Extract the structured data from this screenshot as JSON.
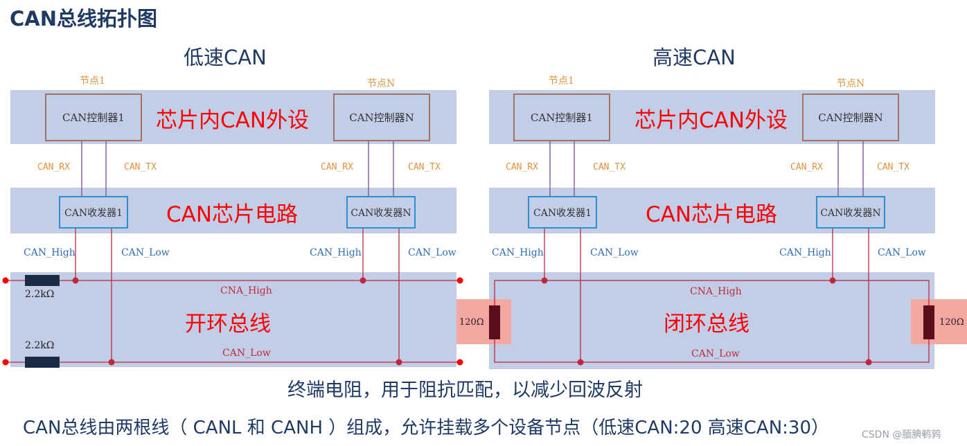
{
  "title": "CAN总线拓扑图",
  "low_speed": {
    "heading": "低速CAN",
    "node1": "节点1",
    "nodeN": "节点N",
    "ctrl1": "CAN控制器1",
    "ctrlN": "CAN控制器N",
    "peripheral_band": "芯片内CAN外设",
    "rx1": "CAN_RX",
    "tx1": "CAN_TX",
    "rxN": "CAN_RX",
    "txN": "CAN_TX",
    "xcvr1": "CAN收发器1",
    "xcvrN": "CAN收发器N",
    "circuit_band": "CAN芯片电路",
    "high1": "CAN_High",
    "low1": "CAN_Low",
    "highN": "CAN_High",
    "lowN": "CAN_Low",
    "bus_high": "CNA_High",
    "bus_low": "CAN_Low",
    "res_top": "2.2kΩ",
    "res_bottom": "2.2kΩ",
    "bus_band": "开环总线"
  },
  "high_speed": {
    "heading": "高速CAN",
    "node1": "节点1",
    "nodeN": "节点N",
    "ctrl1": "CAN控制器1",
    "ctrlN": "CAN控制器N",
    "peripheral_band": "芯片内CAN外设",
    "rx1": "CAN_RX",
    "tx1": "CAN_TX",
    "rxN": "CAN_RX",
    "txN": "CAN_TX",
    "xcvr1": "CAN收发器1",
    "xcvrN": "CAN收发器N",
    "circuit_band": "CAN芯片电路",
    "high1": "CAN_High",
    "low1": "CAN_Low",
    "highN": "CAN_High",
    "lowN": "CAN_Low",
    "bus_high": "CNA_High",
    "bus_low": "CAN_Low",
    "term_left": "120Ω",
    "term_right": "120Ω",
    "bus_band": "闭环总线"
  },
  "caption1": "终端电阻，用于阻抗匹配，以减少回波反射",
  "caption2": "CAN总线由两根线（ CANL 和 CANH ）组成，允许挂载多个设备节点（低速CAN:20 高速CAN:30）",
  "watermark": "CSDN @腼腆鹌鹑",
  "colors": {
    "band": "#c2cde8",
    "heading": "#1f3a64",
    "emphasis": "#ff0000",
    "signal_label": "#e2923b",
    "bus_label": "#2e6db5",
    "wire": "#c0283a",
    "link": "#7a4aa0",
    "terminator_bg": "#f4a7a1",
    "resistor": "#1c2b45"
  }
}
